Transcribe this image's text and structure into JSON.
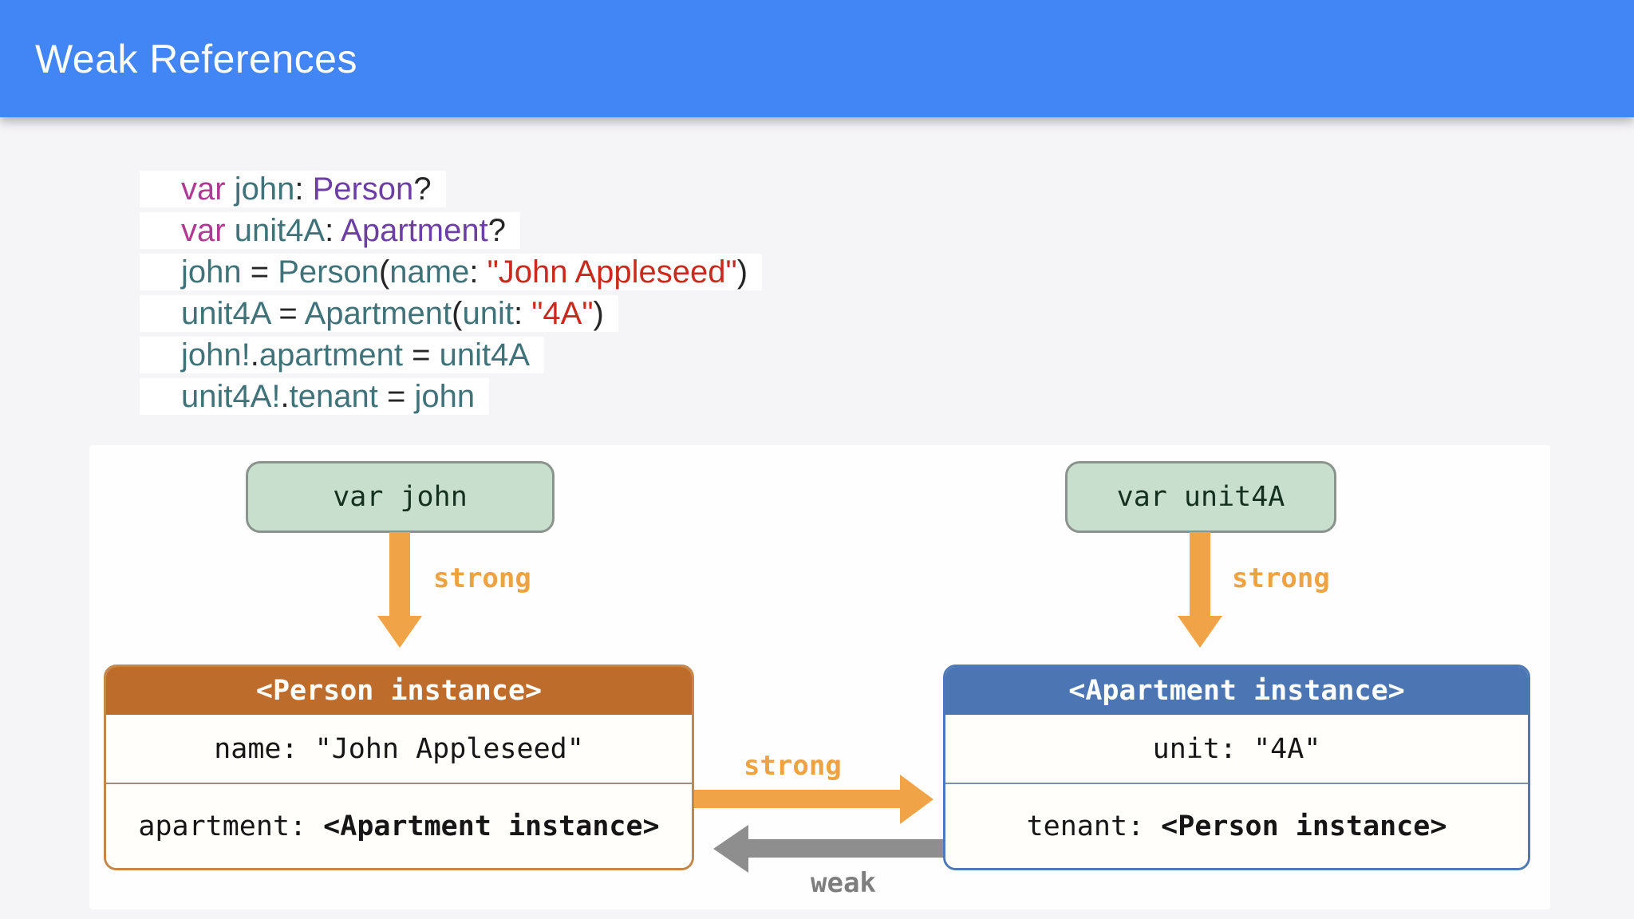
{
  "header": {
    "title": "Weak References"
  },
  "code": {
    "lines": [
      {
        "tokens": [
          [
            "kw",
            "var"
          ],
          [
            "pl",
            " "
          ],
          [
            "id",
            "john"
          ],
          [
            "pl",
            ": "
          ],
          [
            "ty",
            "Person"
          ],
          [
            "pl",
            "?"
          ]
        ]
      },
      {
        "tokens": [
          [
            "kw",
            "var"
          ],
          [
            "pl",
            " "
          ],
          [
            "id",
            "unit4A"
          ],
          [
            "pl",
            ": "
          ],
          [
            "ty",
            "Apartment"
          ],
          [
            "pl",
            "?"
          ]
        ]
      },
      {
        "tokens": [
          [
            "id",
            "john"
          ],
          [
            "pl",
            " = "
          ],
          [
            "id",
            "Person"
          ],
          [
            "pl",
            "("
          ],
          [
            "id",
            "name"
          ],
          [
            "pl",
            ": "
          ],
          [
            "st",
            "\"John Appleseed\""
          ],
          [
            "pl",
            ")"
          ]
        ]
      },
      {
        "tokens": [
          [
            "id",
            "unit4A"
          ],
          [
            "pl",
            " = "
          ],
          [
            "id",
            "Apartment"
          ],
          [
            "pl",
            "("
          ],
          [
            "id",
            "unit"
          ],
          [
            "pl",
            ": "
          ],
          [
            "st",
            "\"4A\""
          ],
          [
            "pl",
            ")"
          ]
        ]
      },
      {
        "tokens": [
          [
            "id",
            "john!"
          ],
          [
            "pl",
            "."
          ],
          [
            "id",
            "apartment"
          ],
          [
            "pl",
            " = "
          ],
          [
            "id",
            "unit4A"
          ]
        ]
      },
      {
        "tokens": [
          [
            "id",
            "unit4A!"
          ],
          [
            "pl",
            "."
          ],
          [
            "id",
            "tenant"
          ],
          [
            "pl",
            " = "
          ],
          [
            "id",
            "john"
          ]
        ]
      }
    ]
  },
  "diagram": {
    "var_john_label": "var john",
    "var_unit4a_label": "var unit4A",
    "labels": {
      "strong": "strong",
      "weak": "weak"
    },
    "person": {
      "header": "<Person instance>",
      "rows": [
        {
          "label": "name: ",
          "value": "\"John Appleseed\""
        },
        {
          "label": "apartment: ",
          "value": "<Apartment instance>"
        }
      ]
    },
    "apartment": {
      "header": "<Apartment instance>",
      "rows": [
        {
          "label": "unit: ",
          "value": "\"4A\""
        },
        {
          "label": "tenant: ",
          "value": "<Person instance>"
        }
      ]
    }
  },
  "colors": {
    "header_blue": "#4285F4",
    "strong_orange": "#F0A347",
    "weak_gray": "#8E8E8E",
    "person_brown": "#BE6C2B",
    "apartment_blue": "#4B76B3",
    "var_box_green": "#C9DFCE",
    "code_keyword": "#AE3A94",
    "code_identifier": "#3F7379",
    "code_type": "#6D3FA5",
    "code_string": "#C92A1E"
  }
}
